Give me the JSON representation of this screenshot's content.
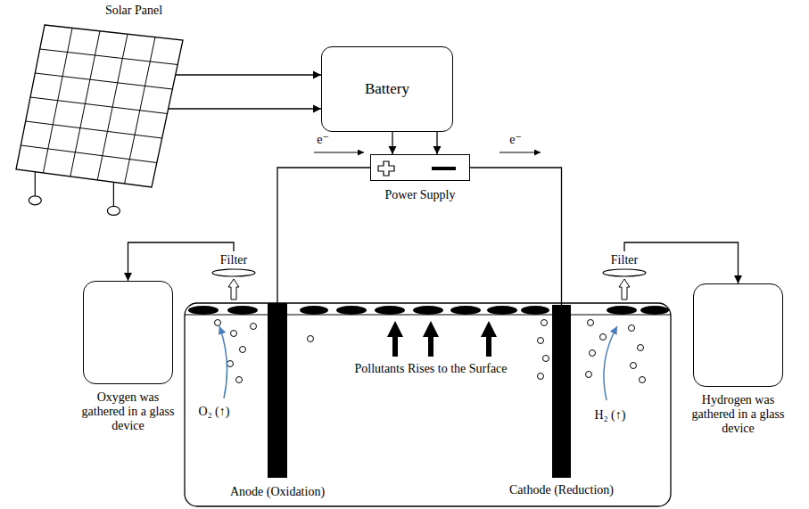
{
  "diagram": {
    "nodes": [
      {
        "text": [
          "Solar Panel"
        ]
      },
      {
        "text": [
          "Battery"
        ]
      },
      {
        "text": [
          "Power Supply"
        ]
      },
      {
        "text": [
          "Filter"
        ]
      },
      {
        "text": [
          "Oxygen was gathered in a glass device"
        ]
      },
      {
        "text": [
          "Filter"
        ]
      },
      {
        "text": [
          "Hydrogen was gathered in a glass device"
        ]
      },
      {
        "text": [
          "Anode (Oxidation)"
        ]
      },
      {
        "text": [
          "Cathode (Reduction)"
        ]
      }
    ],
    "edges": [
      {
        "from": 0,
        "to": 1,
        "arrow": "to"
      },
      {
        "from": 0,
        "to": 1,
        "arrow": "to"
      },
      {
        "from": 1,
        "to": 2,
        "arrow": "to"
      },
      {
        "from": 1,
        "to": 2,
        "arrow": "to"
      },
      {
        "from": 2,
        "to": 7,
        "arrow": "none"
      },
      {
        "from": 2,
        "to": 8,
        "arrow": "none"
      },
      {
        "from": 3,
        "to": 4,
        "arrow": "to"
      },
      {
        "from": 5,
        "to": 6,
        "arrow": "to"
      }
    ],
    "labels": [
      "e⁻",
      "e⁻",
      "Pollutants Rises to the Surface",
      "O₂ (↑)",
      "H₂ (↑)"
    ]
  }
}
